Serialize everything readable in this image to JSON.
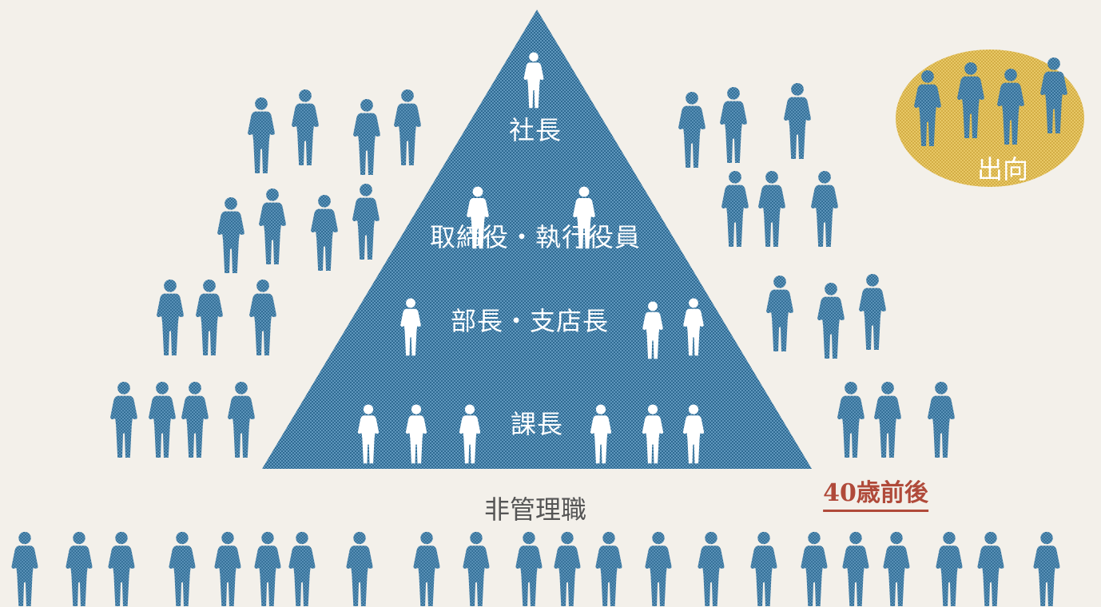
{
  "colors": {
    "background": "#f3f0ea",
    "pyramid": "#3f7aa0",
    "figure_blue": "#3f7fa8",
    "figure_white": "#ffffff",
    "secondment_circle": "#e2bf55",
    "age_accent": "#b04a3a"
  },
  "pyramid": {
    "levels": [
      {
        "label": "社長"
      },
      {
        "label": "取締役・執行役員"
      },
      {
        "label": "部長・支店長"
      },
      {
        "label": "課長"
      }
    ]
  },
  "non_management": {
    "label": "非管理職"
  },
  "age_marker": {
    "label": "40歳前後"
  },
  "secondment": {
    "label": "出向"
  },
  "icons": {
    "person": "person-icon"
  }
}
